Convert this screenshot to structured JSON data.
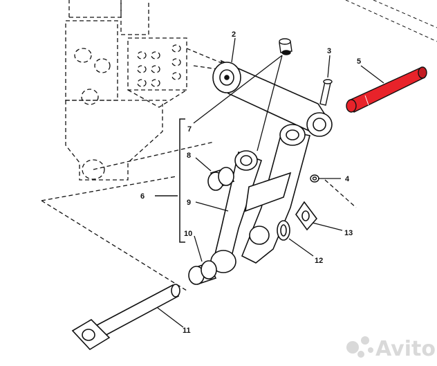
{
  "diagram": {
    "callouts": [
      "2",
      "3",
      "4",
      "5",
      "6",
      "7",
      "8",
      "9",
      "10",
      "11",
      "12",
      "13"
    ],
    "highlight_color": "#e8232a",
    "line_color": "#111111"
  },
  "watermark": {
    "text": "Avito",
    "icon": "avito-logo-icon"
  }
}
